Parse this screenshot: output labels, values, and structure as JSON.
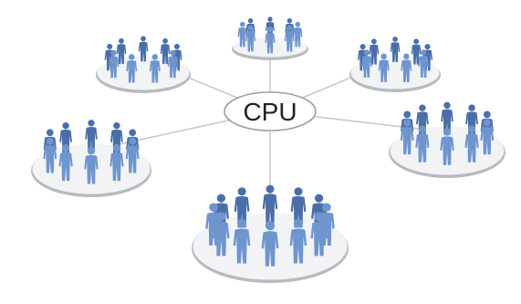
{
  "hub": {
    "label": "CPU"
  },
  "colors": {
    "background": "#ffffff",
    "connector": "#c7c9cc",
    "hub_fill": "#ffffff",
    "hub_stroke": "#9aa0a6",
    "platform_top": "#f2f3f5",
    "platform_rim": "#b7bbc0",
    "person_fill": "#6f95cf",
    "person_shade": "#4a6fa8"
  },
  "groups": [
    {
      "id": "group-top",
      "people": 8
    },
    {
      "id": "group-top-left",
      "people": 9
    },
    {
      "id": "group-top-right",
      "people": 9
    },
    {
      "id": "group-left",
      "people": 10
    },
    {
      "id": "group-right",
      "people": 10
    },
    {
      "id": "group-bottom",
      "people": 12
    }
  ]
}
